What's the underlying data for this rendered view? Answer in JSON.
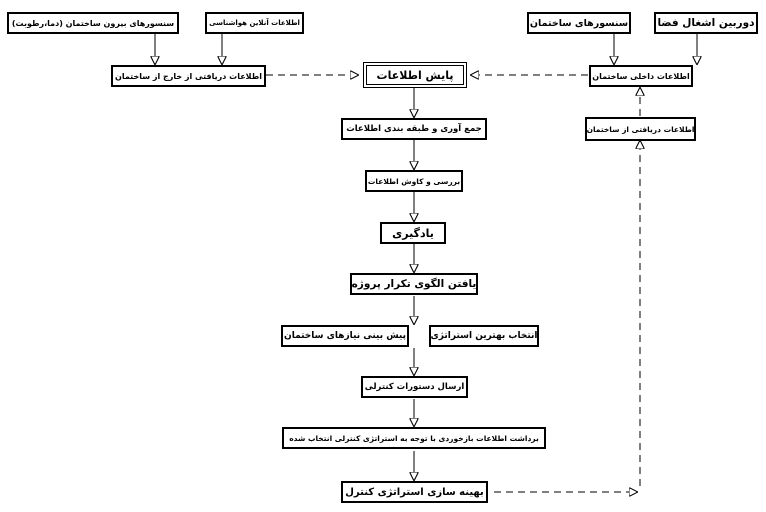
{
  "nodes": {
    "outdoor_sensors": "سنسورهای بیرون ساختمان (دما،رطوبت)",
    "online_weather": "اطلاعات آنلاین هواشناسی",
    "building_sensors": "سنسورهای ساختمان",
    "space_camera": "دوربین اشغال فضا",
    "external_info": "اطلاعات دریافتی از خارج از ساختمان",
    "database": "پایش اطلاعات",
    "internal_info": "اطلاعات داخلی ساختمان",
    "received_info": "اطلاعات دریافتی از ساختمان",
    "collect_classify": "جمع آوری و طبقه بندی اطلاعات",
    "review_mining": "بررسی و کاوش اطلاعات",
    "learning": "یادگیری",
    "find_pattern": "یافتن الگوی تکرار پروژه",
    "best_strategy": "انتخاب بهترین استراتژی",
    "predict_needs": "پیش بینی نیازهای ساختمان",
    "send_commands": "ارسال دستورات کنترلی",
    "feedback": "برداشت اطلاعات بازخوردی با توجه به استراتژی کنترلی انتخاب شده",
    "optimize": "بهینه سازی استراتژی کنترل"
  }
}
